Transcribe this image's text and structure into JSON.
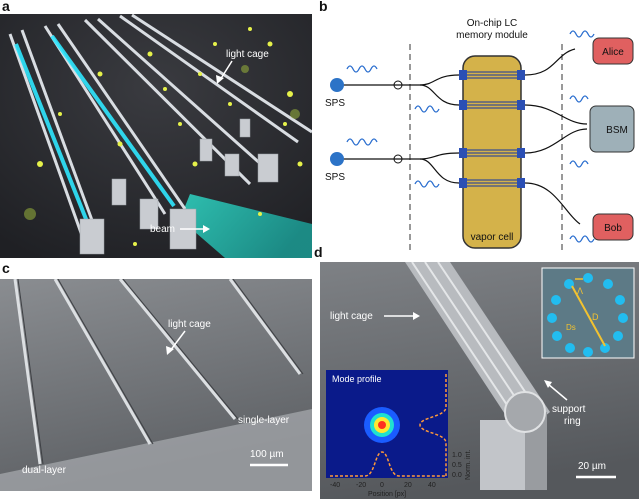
{
  "panels": {
    "a": {
      "label": "a",
      "annotations": {
        "light_cage": "light cage",
        "beam": "beam"
      }
    },
    "b": {
      "label": "b",
      "title_line1": "On-chip LC",
      "title_line2": "memory module",
      "vapor_cell": "vapor cell",
      "sps_top": "SPS",
      "sps_bottom": "SPS",
      "alice": "Alice",
      "bob": "Bob",
      "bsm": "BSM"
    },
    "c": {
      "label": "c",
      "annotations": {
        "light_cage": "light cage",
        "single_layer": "single-layer",
        "dual_layer": "dual-layer",
        "scale_bar": "100 µm"
      }
    },
    "d": {
      "label": "d",
      "annotations": {
        "light_cage": "light cage",
        "support_ring_l1": "support",
        "support_ring_l2": "ring",
        "scale_bar": "20 µm",
        "lambda": "Λ",
        "D": "D",
        "Ds": "Ds"
      },
      "mode_profile": {
        "title": "Mode profile",
        "xlabel": "Position [px]",
        "xticks": [
          "-40",
          "-20",
          "0",
          "20",
          "40"
        ],
        "yticks": [
          "1.0",
          "0.5",
          "0.0"
        ],
        "ylabel": "Norm. int."
      }
    }
  }
}
